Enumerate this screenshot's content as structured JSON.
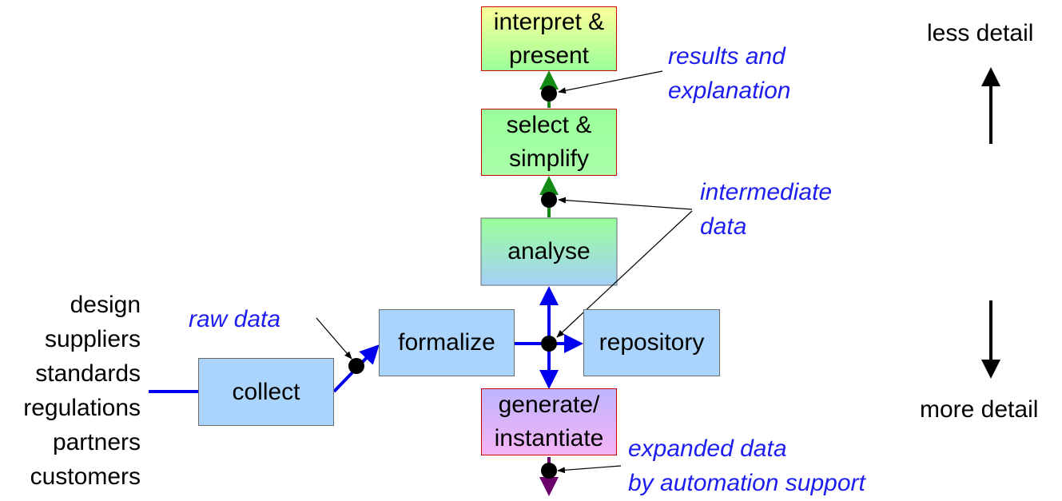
{
  "boxes": {
    "interpret": {
      "line1": "interpret &",
      "line2": "present"
    },
    "select": {
      "line1": "select &",
      "line2": "simplify"
    },
    "analyse": "analyse",
    "formalize": "formalize",
    "repository": "repository",
    "collect": "collect",
    "generate": {
      "line1": "generate/",
      "line2": "instantiate"
    }
  },
  "sources": [
    "design",
    "suppliers",
    "standards",
    "regulations",
    "partners",
    "customers"
  ],
  "annotations": {
    "raw_data": "raw data",
    "intermediate": {
      "line1": "intermediate",
      "line2": "data"
    },
    "results": {
      "line1": "results and",
      "line2": "explanation"
    },
    "expanded": {
      "line1": "expanded data",
      "line2": "by automation support"
    }
  },
  "scale": {
    "top": "less detail",
    "bottom": "more detail"
  },
  "colors": {
    "blue_flow": "#0000ee",
    "green_flow": "#138a13",
    "purple_flow": "#6b006b",
    "annotation_text": "#1d1df0"
  }
}
